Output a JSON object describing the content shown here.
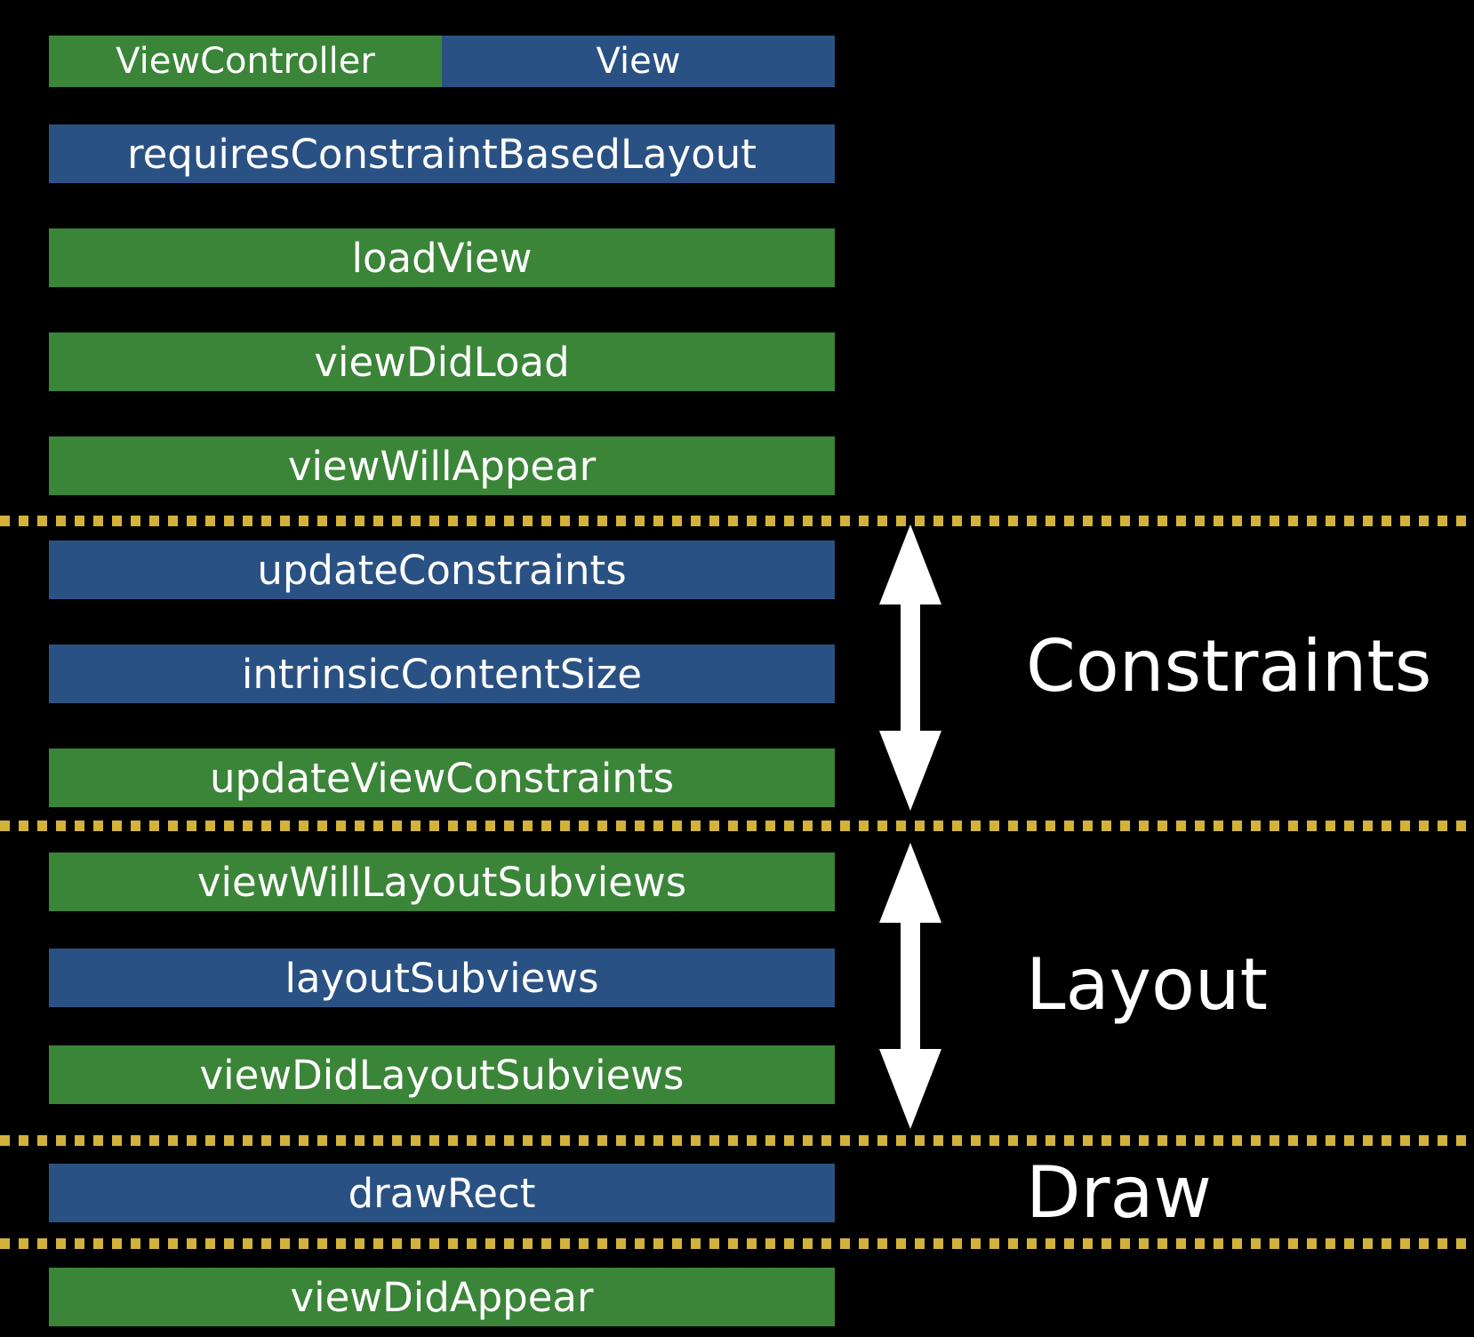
{
  "legend": {
    "view_controller": "ViewController",
    "view": "View"
  },
  "steps": [
    {
      "label": "requiresConstraintBasedLayout",
      "owner": "View"
    },
    {
      "label": "loadView",
      "owner": "ViewController"
    },
    {
      "label": "viewDidLoad",
      "owner": "ViewController"
    },
    {
      "label": "viewWillAppear",
      "owner": "ViewController"
    },
    {
      "label": "updateConstraints",
      "owner": "View"
    },
    {
      "label": "intrinsicContentSize",
      "owner": "View"
    },
    {
      "label": "updateViewConstraints",
      "owner": "ViewController"
    },
    {
      "label": "viewWillLayoutSubviews",
      "owner": "ViewController"
    },
    {
      "label": "layoutSubviews",
      "owner": "View"
    },
    {
      "label": "viewDidLayoutSubviews",
      "owner": "ViewController"
    },
    {
      "label": "drawRect",
      "owner": "View"
    },
    {
      "label": "viewDidAppear",
      "owner": "ViewController"
    }
  ],
  "phases": {
    "constraints": "Constraints",
    "layout": "Layout",
    "draw": "Draw"
  },
  "colors": {
    "view_controller": "#3b8539",
    "view": "#2a5183",
    "divider": "#d2b23a",
    "background": "#000000"
  }
}
